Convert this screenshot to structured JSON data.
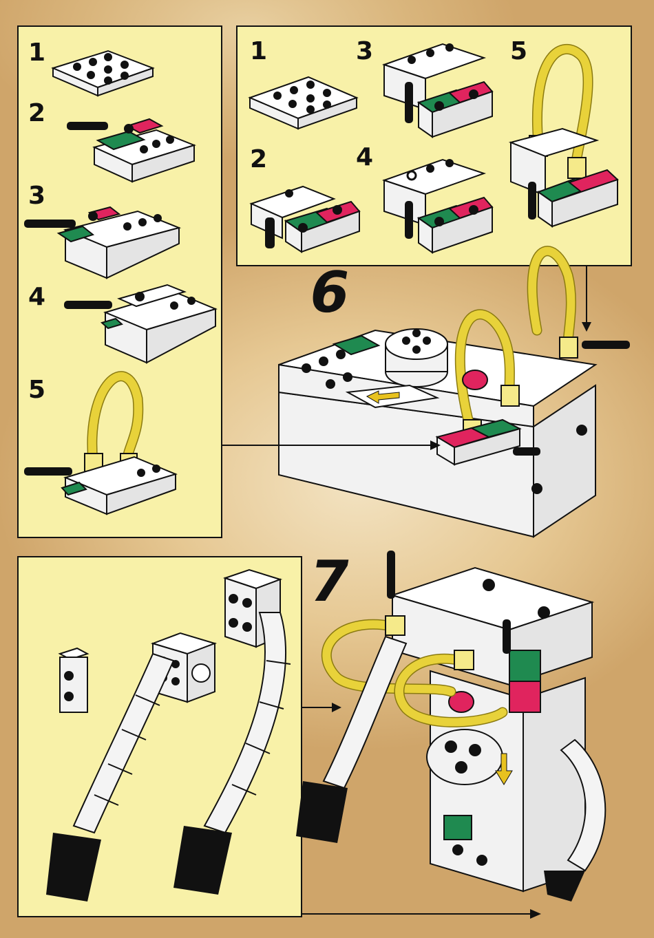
{
  "left_panel": {
    "steps": [
      "1",
      "2",
      "3",
      "4",
      "5"
    ]
  },
  "right_panel": {
    "steps": [
      "1",
      "2",
      "3",
      "4",
      "5"
    ]
  },
  "main_steps": {
    "six": "6",
    "seven": "7"
  },
  "colors": {
    "panel": "#f8f1a8",
    "green": "#1f8a50",
    "red": "#e0245e",
    "hose": "#e8d23a"
  },
  "icons": [
    "arrow-right-icon",
    "arrow-down-icon",
    "arrow-left-icon"
  ]
}
